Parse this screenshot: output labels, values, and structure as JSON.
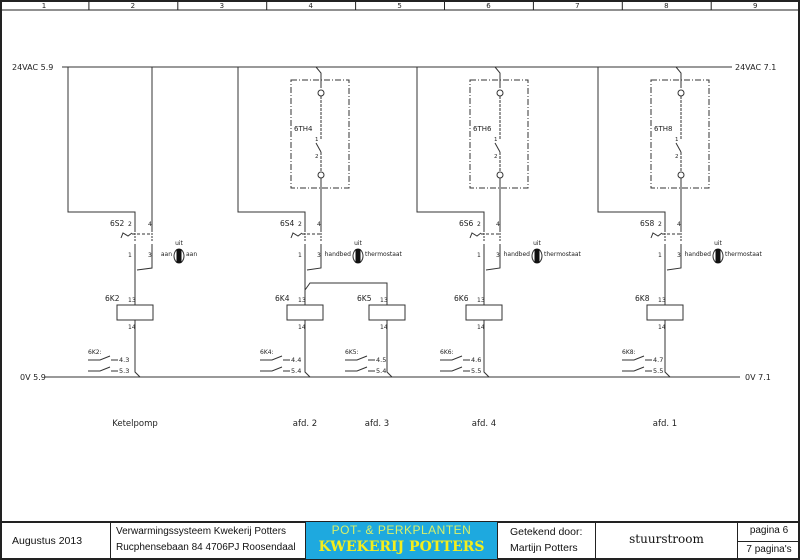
{
  "columns": [
    "1",
    "2",
    "3",
    "4",
    "5",
    "6",
    "7",
    "8",
    "9"
  ],
  "rails": {
    "top_left": "24VAC 5.9",
    "top_right": "24VAC 7.1",
    "bottom_left": "0V 5.9",
    "bottom_right": "0V 7.1"
  },
  "terminals": {
    "t1": "1",
    "t2": "2",
    "t3": "3",
    "t4": "4",
    "t13": "13",
    "t14": "14"
  },
  "branches": [
    {
      "switch": "6S2",
      "coil": "6K2",
      "knob_top": "uit",
      "knob_left": "aan",
      "knob_right": "aan",
      "contacts_label": "6K2:",
      "contacts": [
        "4.3",
        "5.3"
      ],
      "caption": "Ketelpomp"
    },
    {
      "switch": "6S4",
      "coil": "6K4",
      "thermostat": "6TH4",
      "knob_top": "uit",
      "knob_left": "handbed",
      "knob_right": "thermostaat",
      "contacts_label": "6K4:",
      "contacts": [
        "4.4",
        "5.4"
      ],
      "caption": "afd. 2"
    },
    {
      "switch": "6S6",
      "coil": "6K6",
      "thermostat": "6TH6",
      "knob_top": "uit",
      "knob_left": "handbed",
      "knob_right": "thermostaat",
      "contacts_label": "6K6:",
      "contacts": [
        "4.6",
        "5.5"
      ],
      "caption": "afd. 4"
    },
    {
      "switch": "6S8",
      "coil": "6K8",
      "thermostat": "6TH8",
      "knob_top": "uit",
      "knob_left": "handbed",
      "knob_right": "thermostaat",
      "contacts_label": "6K8:",
      "contacts": [
        "4.7",
        "5.5"
      ],
      "caption": "afd. 1"
    }
  ],
  "extra_coil": {
    "coil": "6K5",
    "contacts_label": "6K5:",
    "contacts": [
      "4.5",
      "5.4"
    ],
    "caption": "afd. 3"
  },
  "title_block": {
    "date": "Augustus 2013",
    "project_line1": "Verwarmingssysteem Kwekerij Potters",
    "project_line2": "Rucphensebaan 84 4706PJ Roosendaal",
    "logo_line1": "POT- & PERKPLANTEN",
    "logo_line2": "KWEKERIJ POTTERS",
    "drawn_by_label": "Getekend door:",
    "drawn_by": "Martijn Potters",
    "sheet_title": "stuurstroom",
    "page": "pagina 6",
    "total_pages": "7 pagina's"
  },
  "colors": {
    "line": "#333333",
    "logo_bg": "#1ea9df",
    "logo_text1": "#d8f06a",
    "logo_text2": "#f4ee1c"
  }
}
